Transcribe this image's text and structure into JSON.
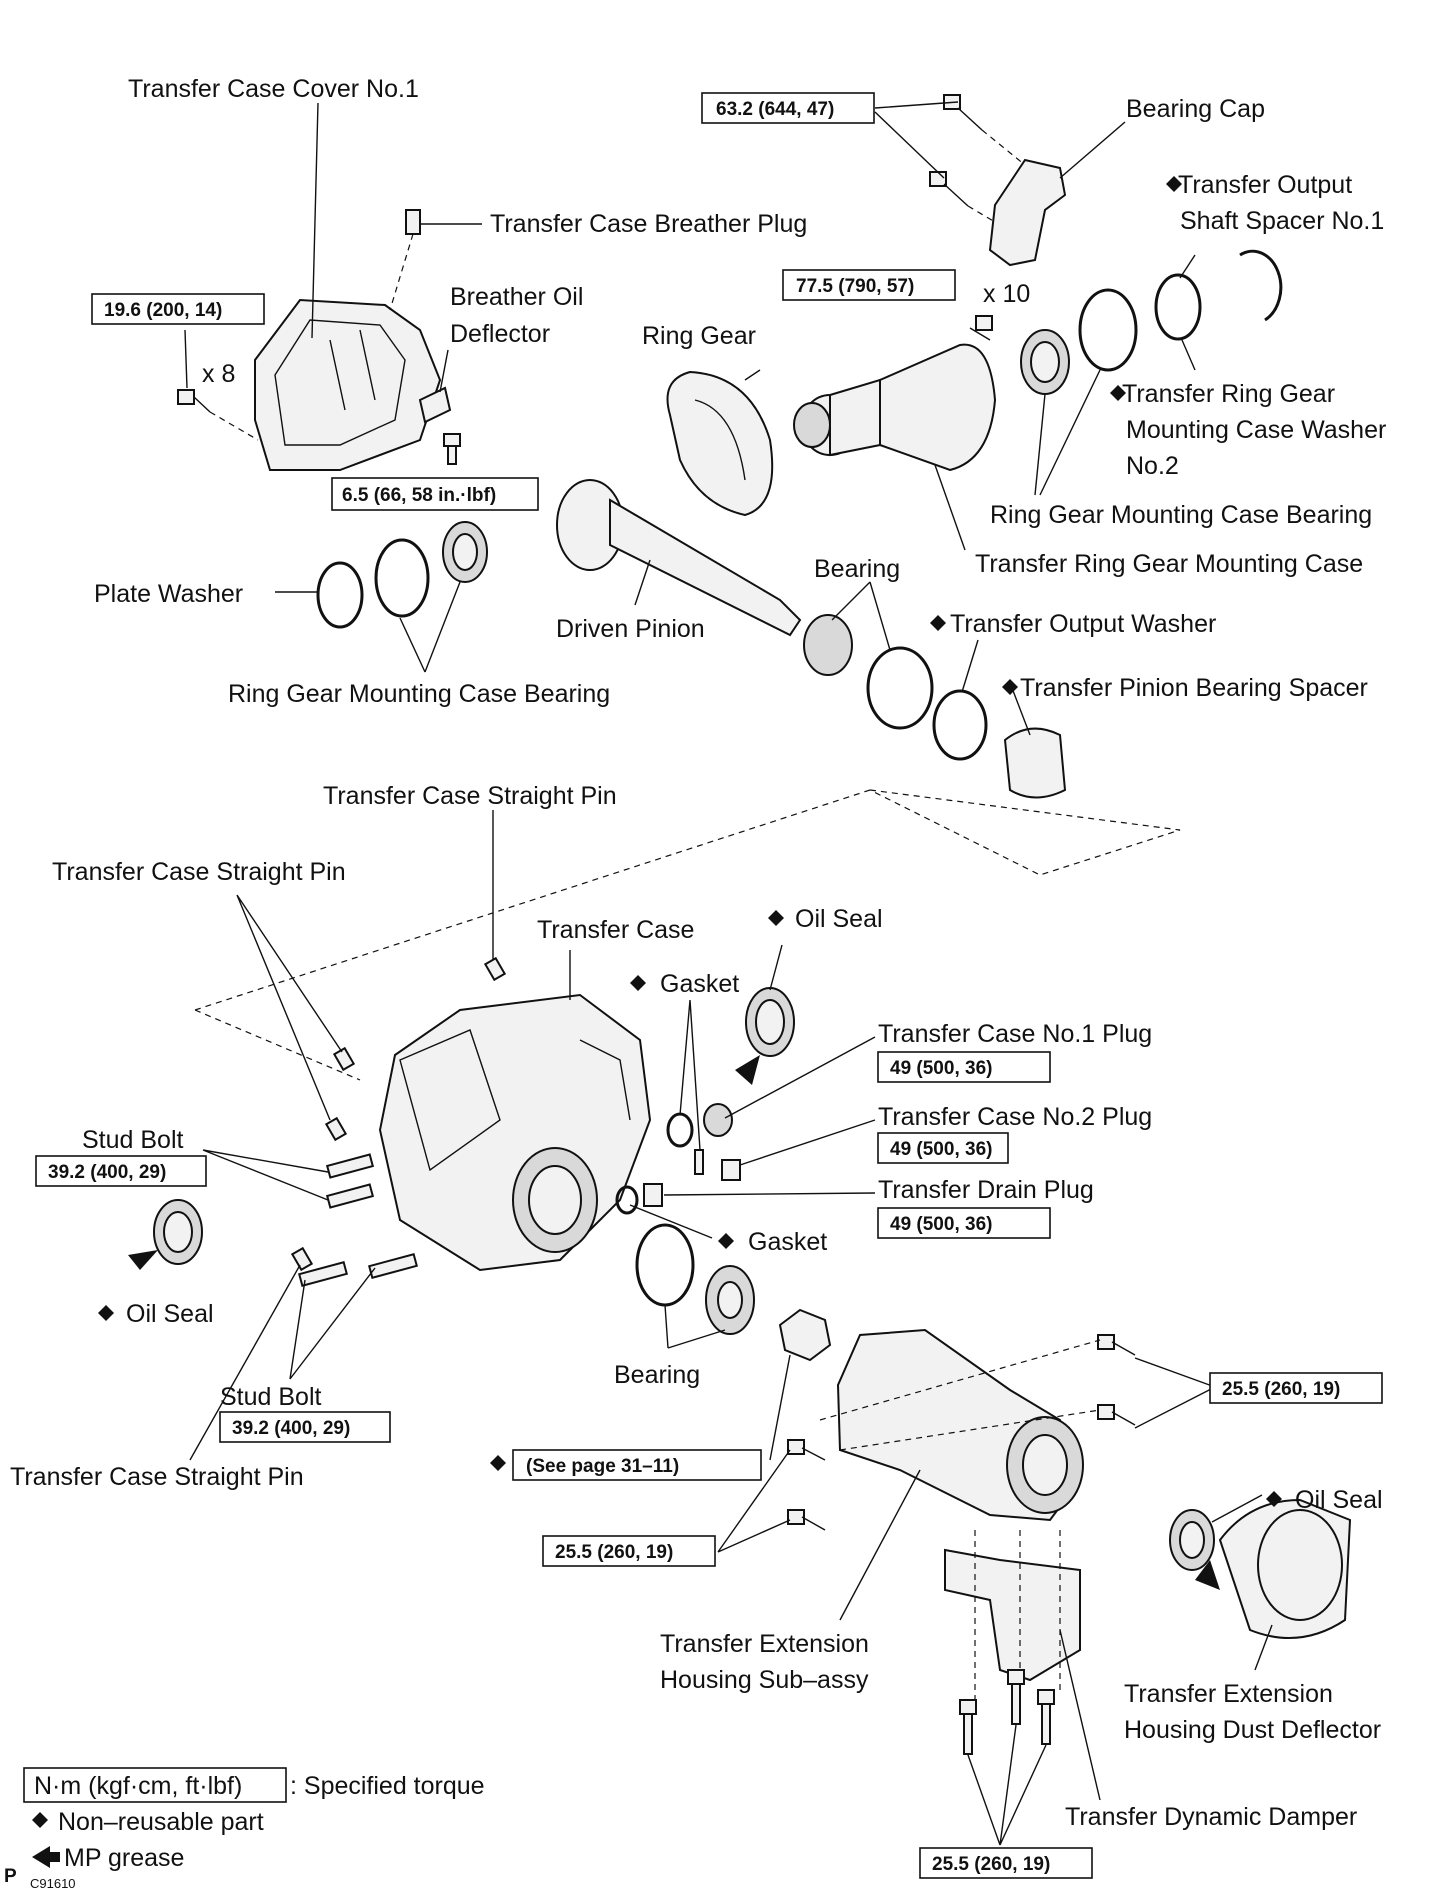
{
  "labels": {
    "transfer_case_cover": "Transfer Case Cover No.1",
    "breather_plug": "Transfer Case Breather Plug",
    "breather_oil_deflector_1": "Breather Oil",
    "breather_oil_deflector_2": "Deflector",
    "bearing_cap": "Bearing Cap",
    "output_shaft_spacer_1": "Transfer Output",
    "output_shaft_spacer_2": "Shaft Spacer No.1",
    "ring_gear": "Ring Gear",
    "ring_gear_case_washer_1": "Transfer Ring Gear",
    "ring_gear_case_washer_2": "Mounting Case Washer",
    "ring_gear_case_washer_3": "No.2",
    "ring_gear_case_bearing_upper": "Ring Gear Mounting Case Bearing",
    "ring_gear_mounting_case": "Transfer Ring Gear Mounting Case",
    "bearing_top": "Bearing",
    "output_washer": "Transfer Output Washer",
    "pinion_bearing_spacer": "Transfer Pinion Bearing Spacer",
    "plate_washer": "Plate Washer",
    "driven_pinion": "Driven Pinion",
    "ring_gear_case_bearing_lower": "Ring Gear Mounting Case Bearing",
    "straight_pin_top": "Transfer Case Straight Pin",
    "straight_pin_left": "Transfer Case Straight Pin",
    "transfer_case": "Transfer Case",
    "oil_seal_top": "Oil Seal",
    "gasket_top": "Gasket",
    "no1_plug": "Transfer Case No.1 Plug",
    "no2_plug": "Transfer Case No.2 Plug",
    "drain_plug": "Transfer Drain Plug",
    "stud_bolt_left": "Stud Bolt",
    "gasket_mid": "Gasket",
    "oil_seal_left": "Oil Seal",
    "stud_bolt_bottom": "Stud Bolt",
    "bearing_bottom": "Bearing",
    "straight_pin_bottom": "Transfer Case Straight Pin",
    "see_page": "(See  page 31–11)",
    "extension_housing_1": "Transfer Extension",
    "extension_housing_2": "Housing Sub–assy",
    "oil_seal_right": "Oil Seal",
    "dust_deflector_1": "Transfer Extension",
    "dust_deflector_2": "Housing Dust Deflector",
    "dynamic_damper": "Transfer Dynamic Damper"
  },
  "counts": {
    "cover_bolts": "x 8",
    "case_bolts": "x 10"
  },
  "torque": {
    "bearing_cap": "63.2 (644, 47)",
    "cover_bolt": "19.6 (200, 14)",
    "case_bolt": "77.5 (790, 57)",
    "deflector_bolt": "6.5 (66, 58 in.·lbf)",
    "no1_plug": "49 (500, 36)",
    "no2_plug": "49 (500, 36)",
    "drain_plug": "49 (500, 36)",
    "stud_bolt_left": "39.2 (400, 29)",
    "stud_bolt_bottom": "39.2 (400, 29)",
    "housing_bolt_right": "25.5 (260, 19)",
    "housing_bolt_left": "25.5 (260, 19)",
    "damper_bolt": "25.5 (260, 19)"
  },
  "legend": {
    "unit": "N·m (kgf·cm, ft·lbf)",
    "specified": ": Specified torque",
    "non_reusable": "Non–reusable part",
    "grease": "MP grease"
  },
  "footer": {
    "page_mark": "P",
    "code": "C91610"
  }
}
